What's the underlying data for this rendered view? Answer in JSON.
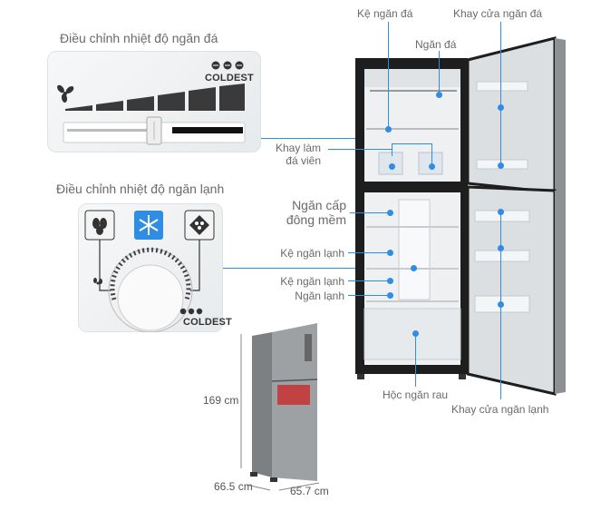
{
  "freezer_control": {
    "title": "Điều chỉnh nhiệt độ ngăn đá",
    "coldest_label": "COLDEST",
    "fan_icon": "fan-icon",
    "snowflake_icons": "three-snowflake-icon"
  },
  "fridge_control": {
    "title": "Điều chỉnh nhiệt độ ngăn lạnh",
    "coldest_label": "COLDEST",
    "mode_icons": [
      "vegetable-icon",
      "snowflake-icon",
      "ice-icon"
    ],
    "active_mode_color": "#2f8de4"
  },
  "callouts": {
    "ke_ngan_da": "Kệ ngăn đá",
    "khay_cua_ngan_da": "Khay cửa ngăn đá",
    "ngan_da": "Ngăn đá",
    "khay_lam_da_vien_1": "Khay làm",
    "khay_lam_da_vien_2": "đá viên",
    "ngan_cap_dong_mem_1": "Ngăn cấp",
    "ngan_cap_dong_mem_2": "đông mềm",
    "ke_ngan_lanh_1": "Kệ ngăn lạnh",
    "ke_ngan_lanh_2": "Kệ ngăn lạnh",
    "ngan_lanh": "Ngăn lạnh",
    "hoc_ngan_rau": "Hộc ngăn rau",
    "khay_cua_ngan_lanh": "Khay cửa ngăn lạnh"
  },
  "dimensions": {
    "height": "169 cm",
    "depth": "66.5 cm",
    "width": "65.7 cm"
  },
  "colors": {
    "accent": "#2f8de4",
    "fridge_body": "#1e1e1e",
    "fridge_steel": "#9a9c9e"
  }
}
